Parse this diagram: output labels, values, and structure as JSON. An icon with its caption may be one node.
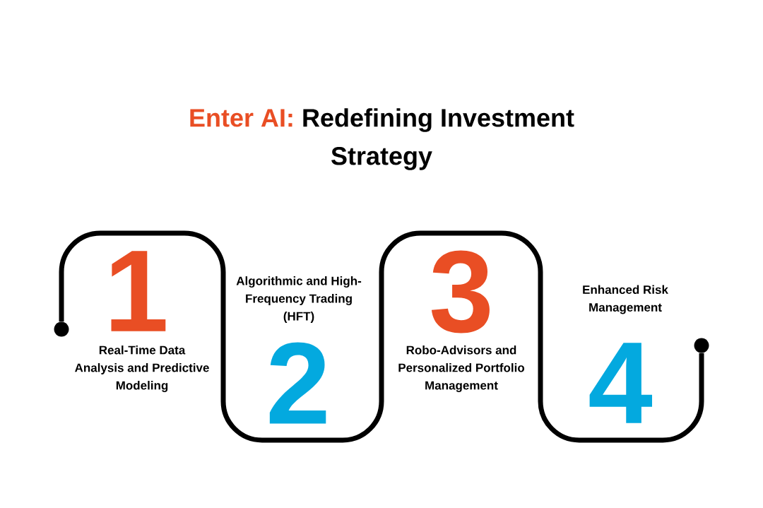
{
  "diagram": {
    "title": "**Enter AI:** Redefining Investment Strategy",
    "nodes": [
      {
        "text": [],
        "shape": "circle"
      },
      {
        "text": [],
        "shape": "circle"
      }
    ],
    "edges": [
      {
        "from": 0,
        "to": 1,
        "arrow": "none"
      }
    ],
    "labels": [
      "1",
      "Real-Time Data Analysis and Predictive Modeling",
      "Algorithmic and High-Frequency Trading (HFT)",
      "2",
      "3",
      "Robo-Advisors and Personalized Portfolio Management",
      "Enhanced Risk Management",
      "4"
    ]
  }
}
